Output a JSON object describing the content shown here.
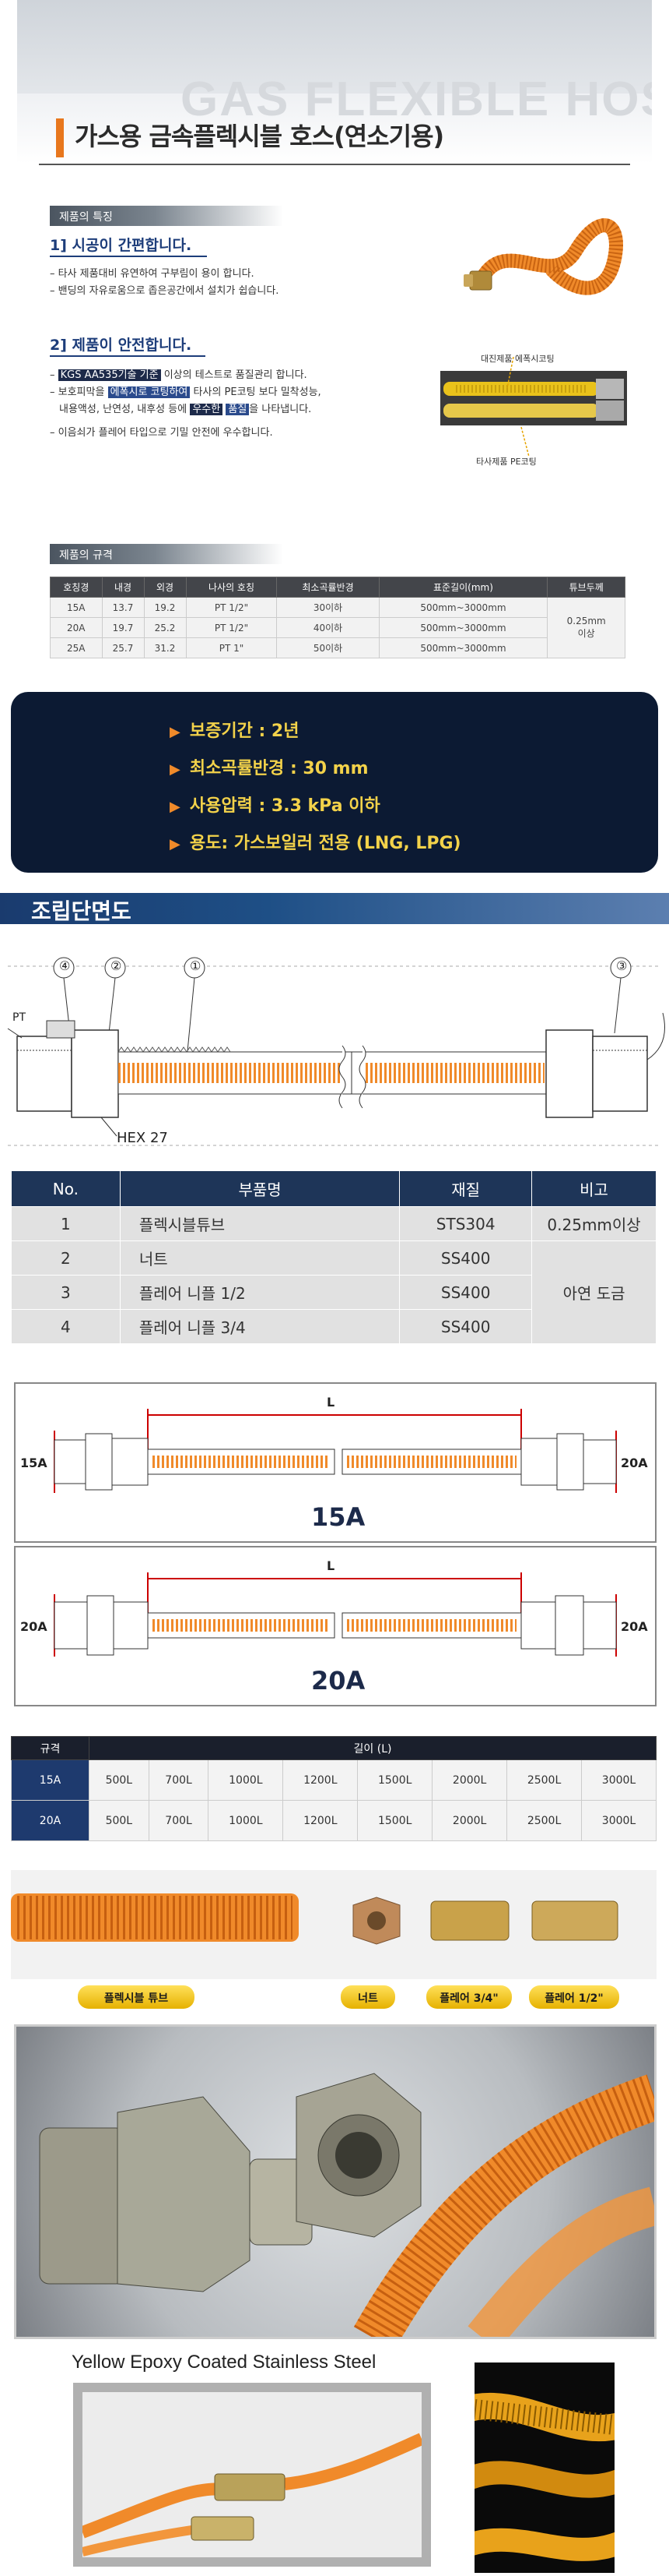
{
  "header": {
    "bg_text": "GAS FLEXIBLE HOSE",
    "title": "가스용 금속플렉시블 호스(연소기용)"
  },
  "features": {
    "section_label": "제품의 특징",
    "item1": {
      "heading": "1] 시공이 간편합니다.",
      "bullets": [
        "– 타사 제품대비 유연하여 구부림이 용이 합니다.",
        "– 밴딩의 자유로움으로 좁은공간에서 설치가 쉽습니다."
      ]
    },
    "item2": {
      "heading": "2] 제품이 안전합니다.",
      "b1_hl": "KGS AA535기술 기준",
      "b1_rest": " 이상의 테스트로 품질관리 합니다.",
      "b2_pre": "– 보호피막을 ",
      "b2_hl": "에폭시로 코팅하여",
      "b2_rest": " 타사의 PE코팅 보다 밀착성능,",
      "b3_pre": "내용액성, 난연성, 내후성 등에 ",
      "b3_hl1": "우수한",
      "b3_hl2": "품질",
      "b3_rest": "을 나타냅니다.",
      "b4": "– 이음쇠가 플레어 타입으로 기밀 안전에 우수합니다.",
      "img_label_top": "대진제품 에폭시코팅",
      "img_label_bottom": "타사제품 PE코팅"
    }
  },
  "spec": {
    "section_label": "제품의 규격",
    "headers": [
      "호칭경",
      "내경",
      "외경",
      "나사의 호칭",
      "최소곡률반경",
      "표준길이(mm)",
      "튜브두께"
    ],
    "rows": [
      [
        "15A",
        "13.7",
        "19.2",
        "PT 1/2\"",
        "30이하",
        "500mm~3000mm"
      ],
      [
        "20A",
        "19.7",
        "25.2",
        "PT 1/2\"",
        "40이하",
        "500mm~3000mm"
      ],
      [
        "25A",
        "25.7",
        "31.2",
        "PT 1\"",
        "50이하",
        "500mm~3000mm"
      ]
    ],
    "thickness_line1": "0.25mm",
    "thickness_line2": "이상"
  },
  "summary": {
    "rows": [
      "보증기간 : 2년",
      "최소곡률반경 : 30 mm",
      "사용압력 : 3.3 kPa 이하",
      "용도: 가스보일러 전용 (LNG, LPG)"
    ]
  },
  "assembly": {
    "title": "조립단면도",
    "callouts": [
      "④",
      "②",
      "①",
      "③"
    ],
    "label_pt": "PT",
    "label_hex": "HEX 27",
    "headers": [
      "No.",
      "부품명",
      "재질",
      "비고"
    ],
    "rows": [
      [
        "1",
        "플렉시블튜브",
        "STS304",
        "0.25mm이상"
      ],
      [
        "2",
        "너트",
        "SS400",
        ""
      ],
      [
        "3",
        "플레어 니플 1/2",
        "SS400",
        ""
      ],
      [
        "4",
        "플레어 니플 3/4",
        "SS400",
        ""
      ]
    ],
    "merged_note": "아연 도금"
  },
  "dimensions": {
    "d1": {
      "left": "15A",
      "right": "20A",
      "length": "L",
      "caption": "15A"
    },
    "d2": {
      "left": "20A",
      "right": "20A",
      "length": "L",
      "caption": "20A"
    }
  },
  "lengths": {
    "headers": [
      "규격",
      "길이 (L)"
    ],
    "rows": [
      {
        "label": "15A",
        "values": [
          "500L",
          "700L",
          "1000L",
          "1200L",
          "1500L",
          "2000L",
          "2500L",
          "3000L"
        ]
      },
      {
        "label": "20A",
        "values": [
          "500L",
          "700L",
          "1000L",
          "1200L",
          "1500L",
          "2000L",
          "2500L",
          "3000L"
        ]
      }
    ]
  },
  "parts_strip": {
    "tags": [
      "플렉시블 튜브",
      "너트",
      "플레어 3/4\"",
      "플레어 1/2\""
    ]
  },
  "photos": {
    "caption": "Yellow Epoxy Coated Stainless Steel"
  },
  "colors": {
    "navy": "#1e3558",
    "orange": "#e8771d",
    "yellow": "#f3d24a",
    "hose_orange": "#f08a2a"
  }
}
